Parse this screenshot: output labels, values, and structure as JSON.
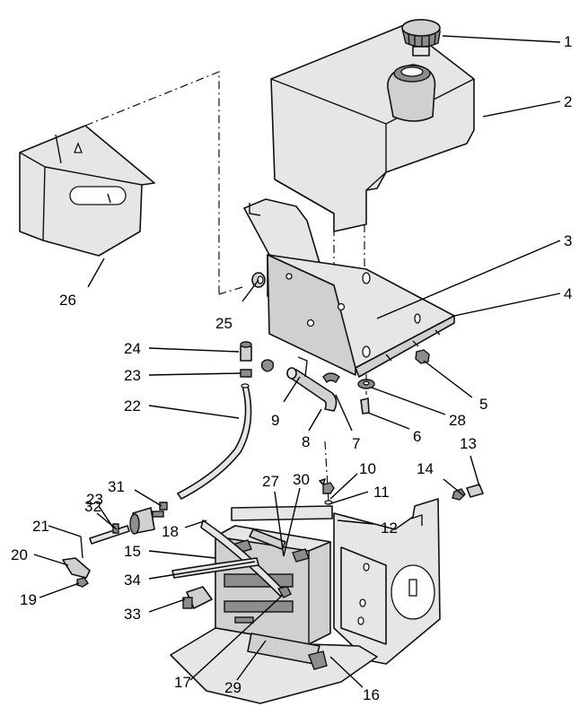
{
  "callouts": [
    {
      "id": "c1",
      "label": "1"
    },
    {
      "id": "c2",
      "label": "2"
    },
    {
      "id": "c3",
      "label": "3"
    },
    {
      "id": "c4",
      "label": "4"
    },
    {
      "id": "c5",
      "label": "5"
    },
    {
      "id": "c6",
      "label": "6"
    },
    {
      "id": "c7",
      "label": "7"
    },
    {
      "id": "c8",
      "label": "8"
    },
    {
      "id": "c9",
      "label": "9"
    },
    {
      "id": "c10",
      "label": "10"
    },
    {
      "id": "c11",
      "label": "11"
    },
    {
      "id": "c12",
      "label": "12"
    },
    {
      "id": "c13",
      "label": "13"
    },
    {
      "id": "c14",
      "label": "14"
    },
    {
      "id": "c15",
      "label": "15"
    },
    {
      "id": "c16",
      "label": "16"
    },
    {
      "id": "c17",
      "label": "17"
    },
    {
      "id": "c18",
      "label": "18"
    },
    {
      "id": "c19",
      "label": "19"
    },
    {
      "id": "c20",
      "label": "20"
    },
    {
      "id": "c21",
      "label": "21"
    },
    {
      "id": "c22",
      "label": "22"
    },
    {
      "id": "c23a",
      "label": "23"
    },
    {
      "id": "c23b",
      "label": "23"
    },
    {
      "id": "c24",
      "label": "24"
    },
    {
      "id": "c25",
      "label": "25"
    },
    {
      "id": "c26",
      "label": "26"
    },
    {
      "id": "c27",
      "label": "27"
    },
    {
      "id": "c28",
      "label": "28"
    },
    {
      "id": "c29",
      "label": "29"
    },
    {
      "id": "c30",
      "label": "30"
    },
    {
      "id": "c31",
      "label": "31"
    },
    {
      "id": "c32",
      "label": "32"
    },
    {
      "id": "c33",
      "label": "33"
    },
    {
      "id": "c34",
      "label": "34"
    }
  ]
}
